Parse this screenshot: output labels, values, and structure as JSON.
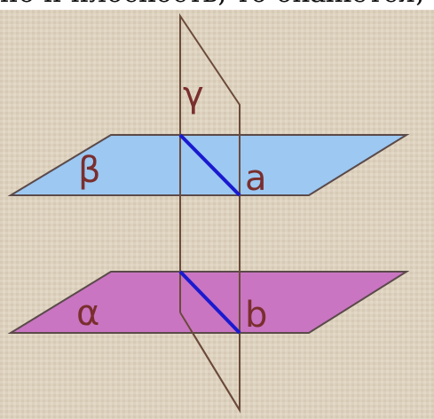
{
  "caption": "но и плоскость, то окажется, что тип",
  "labels": {
    "gamma": "γ",
    "beta": "β",
    "alpha": "α",
    "line_a": "a",
    "line_b": "b"
  },
  "colors": {
    "background": "#ddd2bf",
    "plane_beta_fill": "#9cc8f2",
    "plane_alpha_fill": "#c975c2",
    "plane_outline": "#5b4a4a",
    "plane_gamma_outline": "#6b4a3a",
    "intersection_line": "#1a1ad0",
    "label": "#7a2e2e"
  }
}
